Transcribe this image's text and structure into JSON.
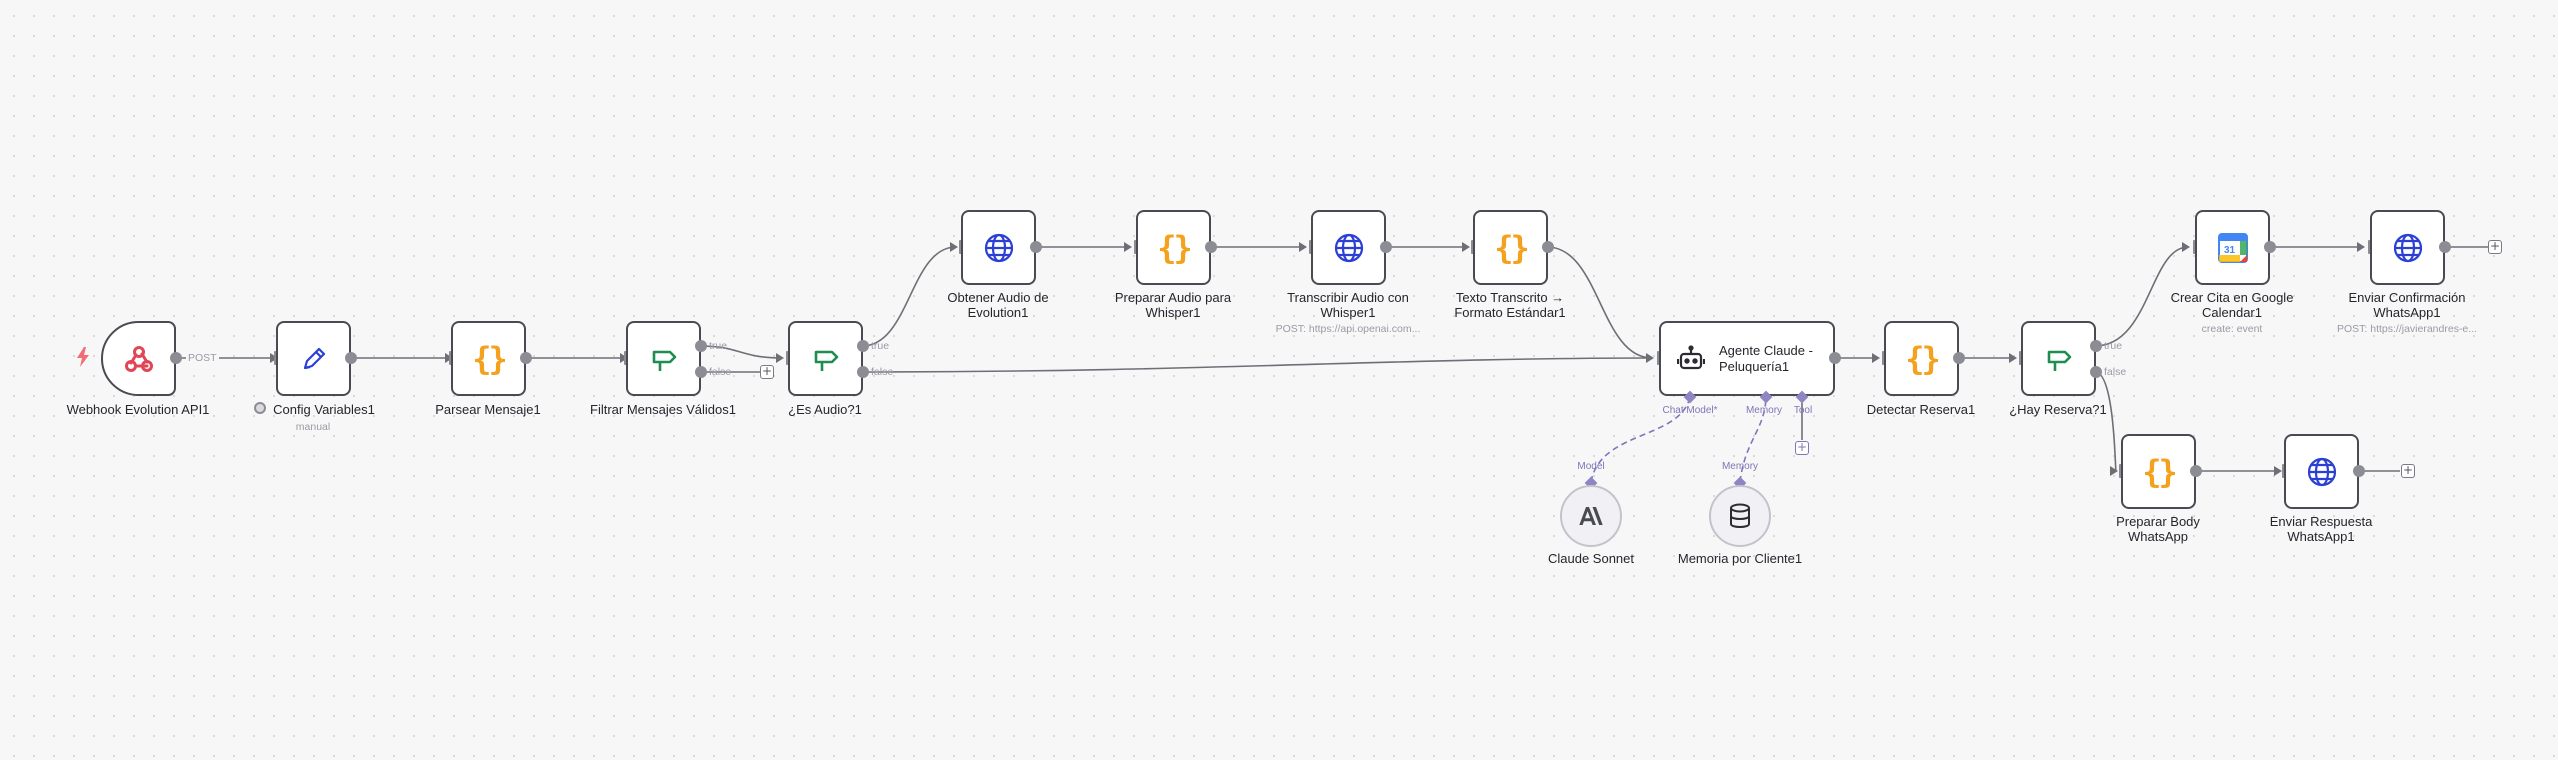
{
  "nodes": {
    "webhook": {
      "label": "Webhook Evolution API1",
      "method": "POST"
    },
    "config": {
      "label": "Config Variables1",
      "subtitle": "manual"
    },
    "parsear": {
      "label": "Parsear Mensaje1"
    },
    "filtrar": {
      "label": "Filtrar Mensajes Válidos1",
      "true_label": "true",
      "false_label": "false"
    },
    "es_audio": {
      "label": "¿Es Audio?1",
      "true_label": "true",
      "false_label": "false"
    },
    "obtener_audio": {
      "label": "Obtener Audio de Evolution1"
    },
    "preparar_audio": {
      "label": "Preparar Audio para Whisper1"
    },
    "transcribir": {
      "label": "Transcribir Audio con Whisper1",
      "subtitle": "POST: https://api.openai.com..."
    },
    "texto_transcrito": {
      "label": "Texto Transcrito → Formato Estándar1"
    },
    "agente": {
      "label": "Agente Claude - Peluquería1",
      "chat_model_label": "Chat Model*",
      "memory_label": "Memory",
      "tool_label": "Tool"
    },
    "claude": {
      "label": "Claude Sonnet",
      "port_label": "Model"
    },
    "memoria": {
      "label": "Memoria por Cliente1",
      "port_label": "Memory"
    },
    "detectar": {
      "label": "Detectar Reserva1"
    },
    "hay_reserva": {
      "label": "¿Hay Reserva?1",
      "true_label": "true",
      "false_label": "false"
    },
    "crear_cita": {
      "label": "Crear Cita en Google Calendar1",
      "subtitle": "create: event"
    },
    "enviar_confirmacion": {
      "label": "Enviar Confirmación WhatsApp1",
      "subtitle": "POST: https://javierandres-e..."
    },
    "preparar_body": {
      "label": "Preparar Body WhatsApp"
    },
    "enviar_respuesta": {
      "label": "Enviar Respuesta WhatsApp1"
    }
  },
  "icons": {
    "webhook": "webhook-icon",
    "config": "pencil-icon",
    "code": "code-braces-icon",
    "if": "branch-sign-icon",
    "http": "globe-icon",
    "agent": "robot-icon",
    "anthropic": "anthropic-logo-icon",
    "memory": "database-icon",
    "calendar": "google-calendar-icon",
    "plus": "+"
  },
  "colors": {
    "canvas": "#f7f7f8",
    "node_border": "#4a4a52",
    "wire": "#6e6e76",
    "ai_wire": "#7d76b8",
    "code_icon": "#f4a21e",
    "if_icon": "#1e8e4e",
    "http_icon": "#2b3fd6",
    "webhook_icon": "#e04655",
    "trigger_bolt": "#f26b75"
  }
}
